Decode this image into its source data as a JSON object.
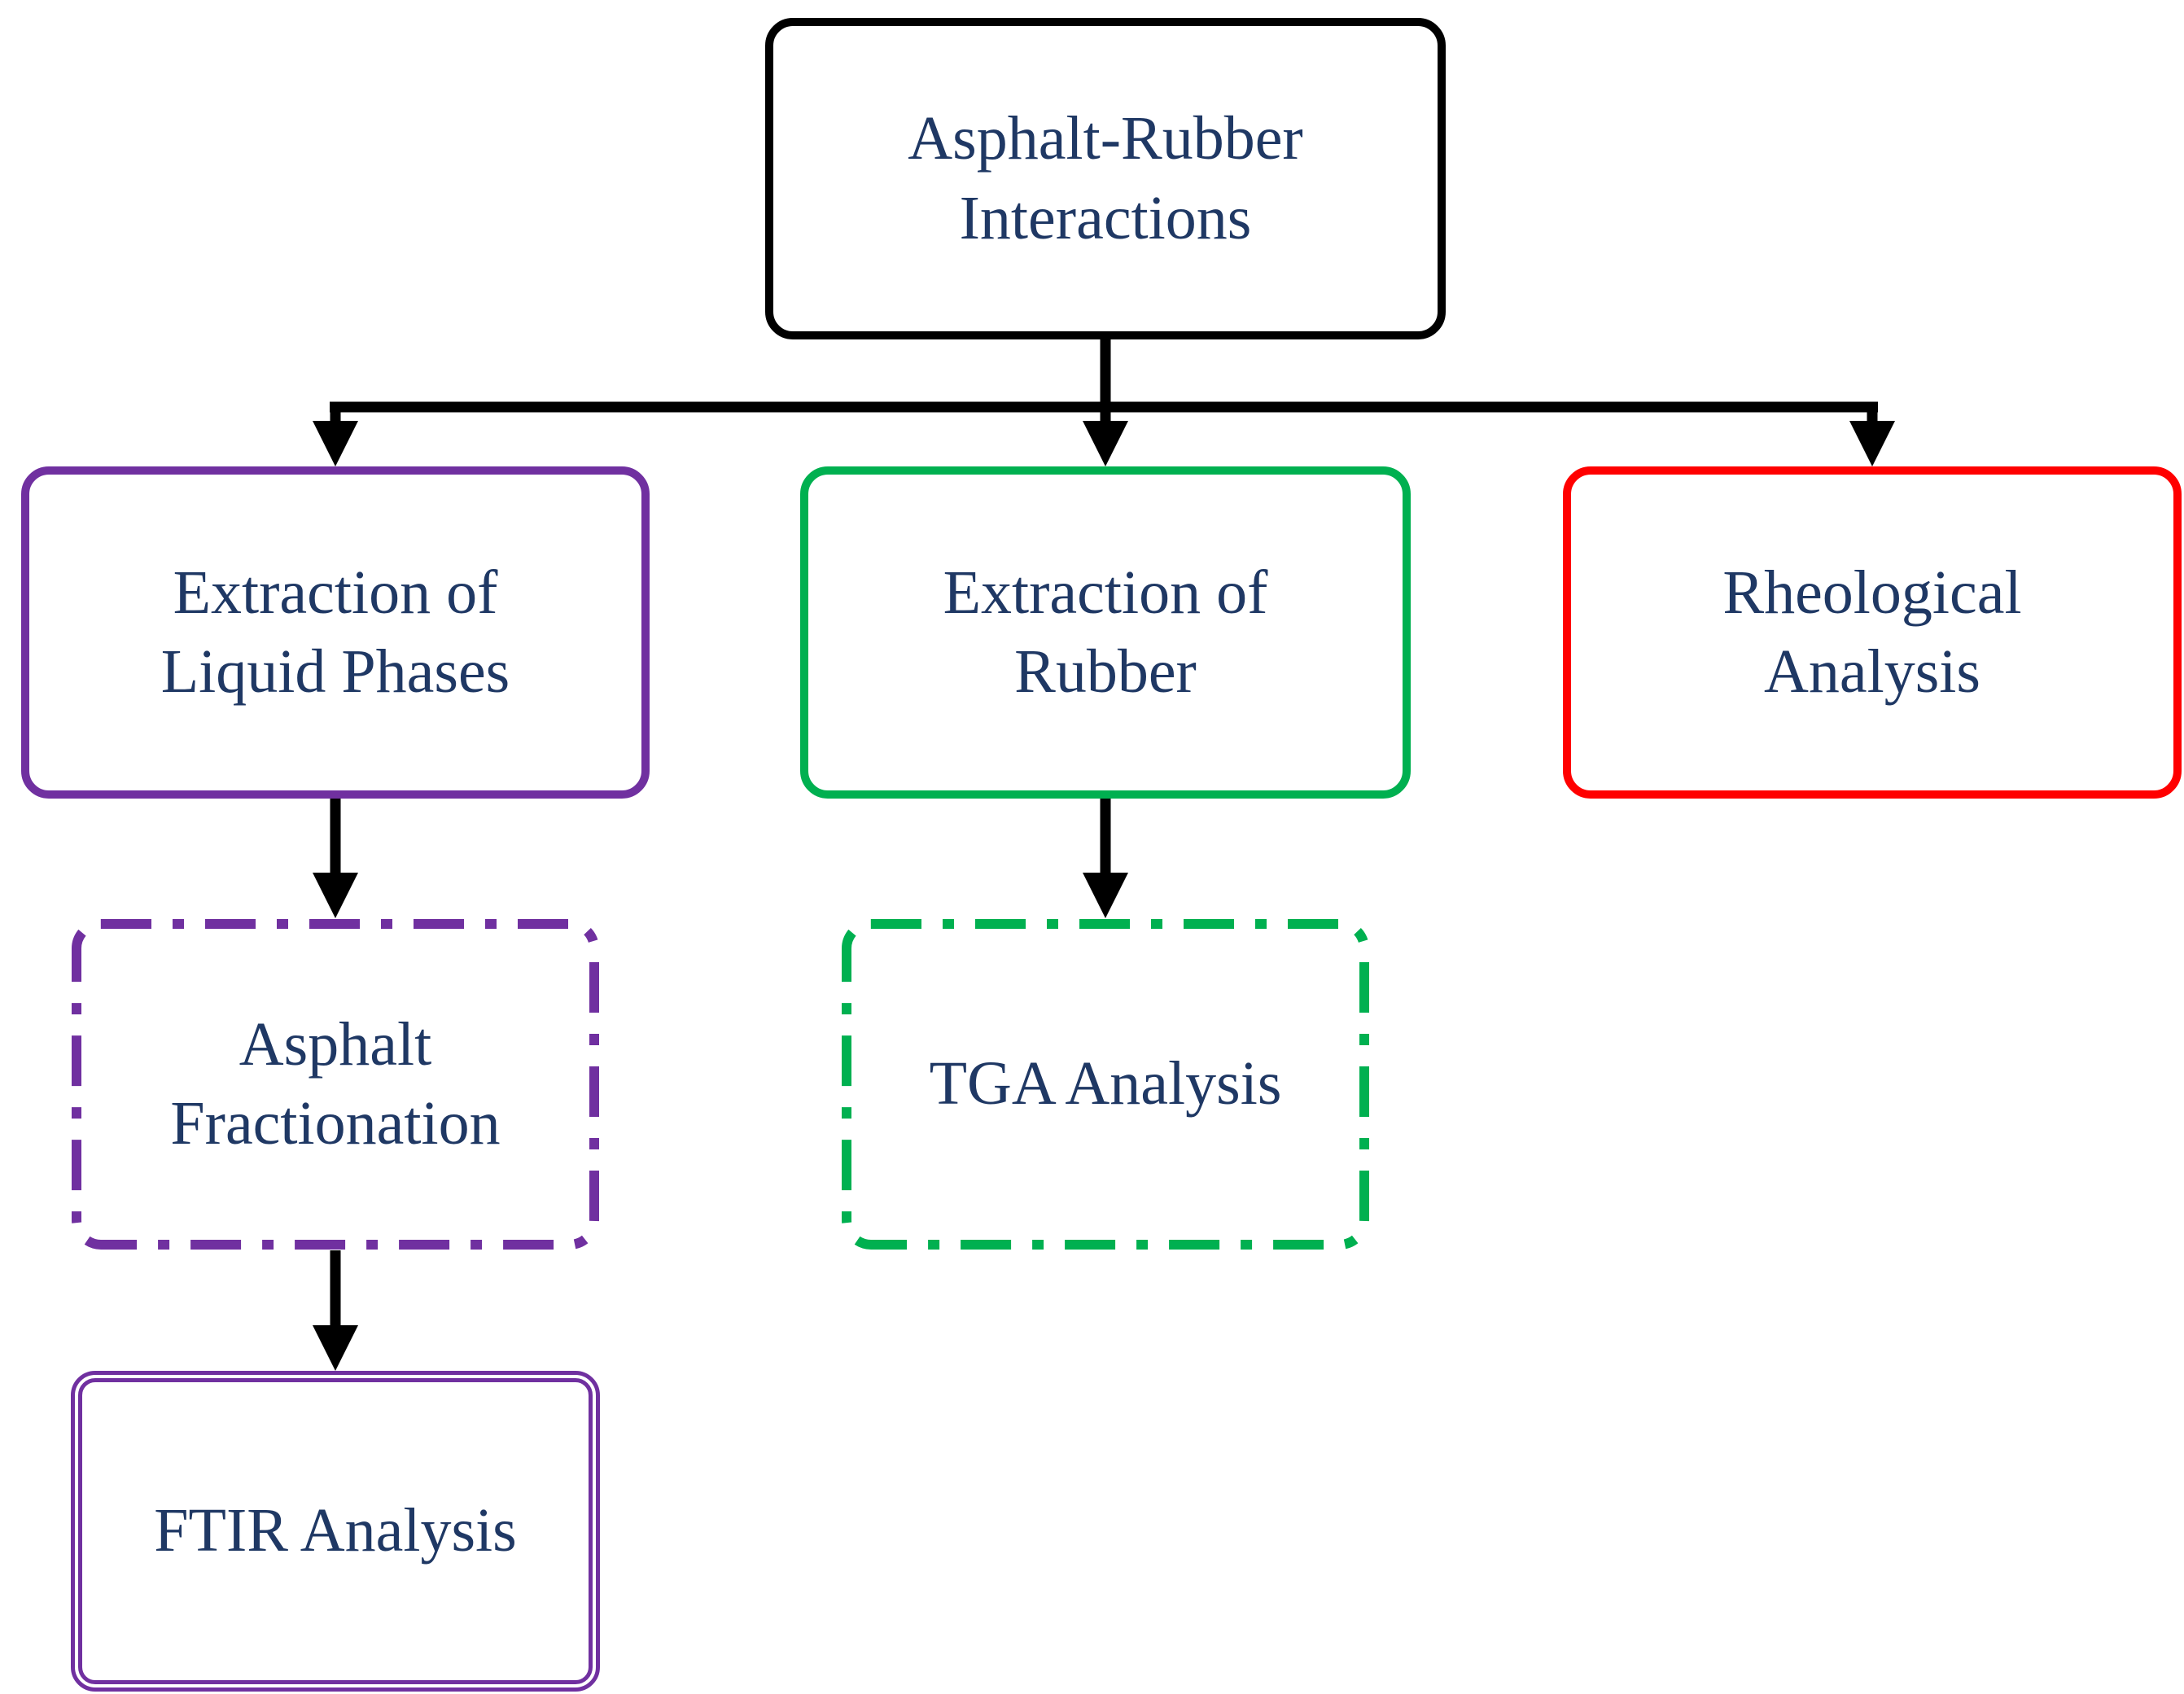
{
  "diagram": {
    "title": "Asphalt-Rubber Interactions flowchart",
    "text_color": "#1F3864",
    "connector_color": "#000000",
    "nodes": {
      "root": {
        "label": "Asphalt-Rubber\nInteractions",
        "border_color": "#000000",
        "border_style": "solid"
      },
      "liquid": {
        "label": "Extraction of\nLiquid Phases",
        "border_color": "#7030A0",
        "border_style": "solid"
      },
      "rubber": {
        "label": "Extraction of\nRubber",
        "border_color": "#00B050",
        "border_style": "solid"
      },
      "rheology": {
        "label": "Rheological\nAnalysis",
        "border_color": "#FF0000",
        "border_style": "solid"
      },
      "fractionation": {
        "label": "Asphalt\nFractionation",
        "border_color": "#7030A0",
        "border_style": "dash-dot"
      },
      "tga": {
        "label": "TGA Analysis",
        "border_color": "#00B050",
        "border_style": "dash-dot"
      },
      "ftir": {
        "label": "FTIR Analysis",
        "border_color": "#7030A0",
        "border_style": "double"
      }
    },
    "edges": [
      {
        "from": "root",
        "to": "liquid"
      },
      {
        "from": "root",
        "to": "rubber"
      },
      {
        "from": "root",
        "to": "rheology"
      },
      {
        "from": "liquid",
        "to": "fractionation"
      },
      {
        "from": "rubber",
        "to": "tga"
      },
      {
        "from": "fractionation",
        "to": "ftir"
      }
    ]
  }
}
